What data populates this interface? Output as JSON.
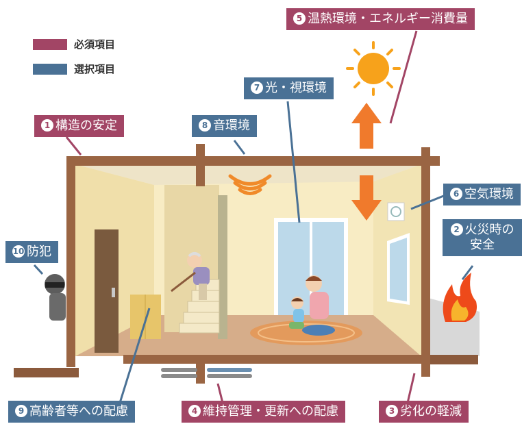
{
  "legend": {
    "required": {
      "label": "必須項目",
      "color": "#a24565"
    },
    "optional": {
      "label": "選択項目",
      "color": "#4a7195"
    }
  },
  "items": [
    {
      "num": "1",
      "label": "構造の安定",
      "kind": "required"
    },
    {
      "num": "2",
      "label_line1": "火災時の",
      "label_line2": "安全",
      "kind": "optional"
    },
    {
      "num": "3",
      "label": "劣化の軽減",
      "kind": "required"
    },
    {
      "num": "4",
      "label": "維持管理・更新への配慮",
      "kind": "required"
    },
    {
      "num": "5",
      "label": "温熱環境・エネルギー消費量",
      "kind": "required"
    },
    {
      "num": "6",
      "label": "空気環境",
      "kind": "optional"
    },
    {
      "num": "7",
      "label": "光・視環境",
      "kind": "optional"
    },
    {
      "num": "8",
      "label": "音環境",
      "kind": "optional"
    },
    {
      "num": "9",
      "label": "高齢者等への配慮",
      "kind": "optional"
    },
    {
      "num": "10",
      "label": "防犯",
      "kind": "optional"
    }
  ]
}
